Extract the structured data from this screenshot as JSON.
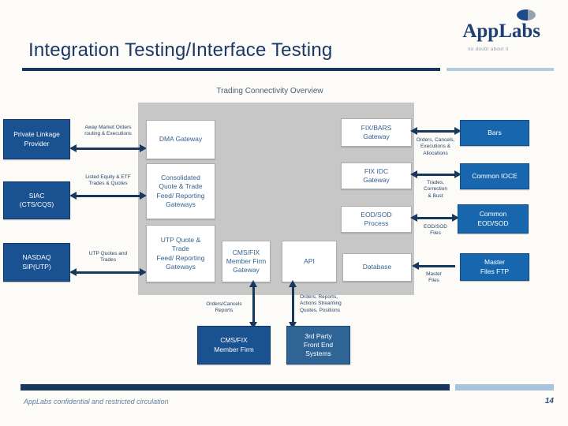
{
  "header": {
    "title": "Integration Testing/Interface Testing",
    "logo_text": "AppLabs",
    "logo_tagline": "no doubt about it"
  },
  "diagram": {
    "title": "Trading Connectivity Overview",
    "external_left": [
      {
        "label": "Private Linkage\nProvider"
      },
      {
        "label": "SIAC\n(CTS/CQS)"
      },
      {
        "label": "NASDAQ\nSIP(UTP)"
      }
    ],
    "left_connections": [
      {
        "label": "Away Market Orders\nrouting & Executions"
      },
      {
        "label": "Listed Equity & ETF\nTrades & Quotes"
      },
      {
        "label": "UTP Quotes and\nTrades"
      }
    ],
    "components": [
      {
        "label": "DMA Gateway"
      },
      {
        "label": "Consolidated\nQuote & Trade\nFeed/ Reporting\nGateways"
      },
      {
        "label": "UTP Quote &\nTrade\nFeed/ Reporting\nGateways"
      },
      {
        "label": "CMS/FIX\nMember Firm\nGateway"
      },
      {
        "label": "API"
      },
      {
        "label": "FIX/BARS\nGateway"
      },
      {
        "label": "FIX IDC\nGateway"
      },
      {
        "label": "EOD/SOD\nProcess"
      },
      {
        "label": "Database"
      }
    ],
    "external_right": [
      {
        "label": "Bars"
      },
      {
        "label": "Common IOCE"
      },
      {
        "label": "Common\nEOD/SOD"
      },
      {
        "label": "Master\nFiles FTP"
      }
    ],
    "right_connections": [
      {
        "label": "Orders, Cancels,\nExecutions &\nAllocations"
      },
      {
        "label": "Trades,\nCorrection\n& Bust"
      },
      {
        "label": "EOD/SOD\nFiles"
      },
      {
        "label": "Master\nFiles"
      }
    ],
    "bottom_systems": [
      {
        "label": "CMS/FIX\nMember Firm"
      },
      {
        "label": "3rd Party\nFront End\nSystems"
      }
    ],
    "bottom_connections": [
      {
        "label": "Orders/Cancels\nReports"
      },
      {
        "label": "Orders, Reports,\nActions Streaming\nQuotes, Positions"
      }
    ]
  },
  "footer": {
    "confidentiality": "AppLabs confidential and restricted circulation",
    "page_number": "14"
  },
  "colors": {
    "navy": "#17375d",
    "box_blue_dark": "#1a5191",
    "box_blue_bright": "#1867ae",
    "panel_gray": "#c7c7c7",
    "footer_light_blue": "#a9c4dc"
  }
}
